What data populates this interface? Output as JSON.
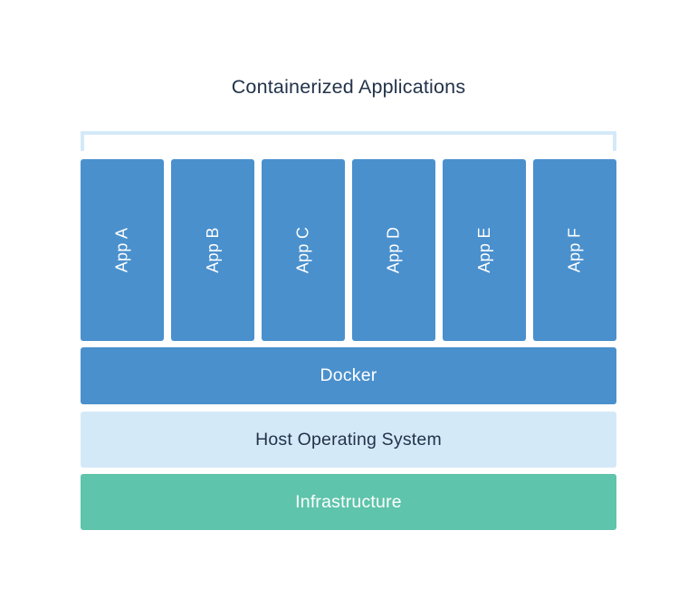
{
  "diagram": {
    "title": "Containerized Applications",
    "background_color": "#ffffff",
    "title_color": "#22334a"
  },
  "bracket": {
    "name": "containerized-applications-bracket",
    "color": "#d4e9f8"
  },
  "apps": [
    {
      "label": "App A",
      "color": "#4a90cd",
      "text_color": "#ffffff"
    },
    {
      "label": "App B",
      "color": "#4a90cd",
      "text_color": "#ffffff"
    },
    {
      "label": "App C",
      "color": "#4a90cd",
      "text_color": "#ffffff"
    },
    {
      "label": "App D",
      "color": "#4a90cd",
      "text_color": "#ffffff"
    },
    {
      "label": "App E",
      "color": "#4a90cd",
      "text_color": "#ffffff"
    },
    {
      "label": "App F",
      "color": "#4a90cd",
      "text_color": "#ffffff"
    }
  ],
  "layers": [
    {
      "label": "Docker",
      "color": "#4a90cd",
      "text_color": "#ffffff"
    },
    {
      "label": "Host Operating System",
      "color": "#d4e9f8",
      "text_color": "#22334a"
    },
    {
      "label": "Infrastructure",
      "color": "#5ec4ab",
      "text_color": "#ffffff"
    }
  ]
}
